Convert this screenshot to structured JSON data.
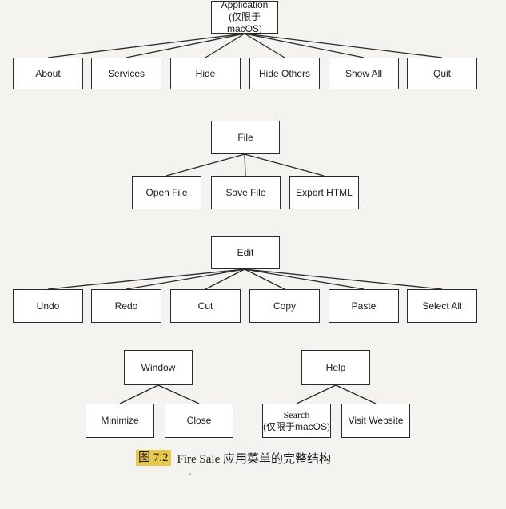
{
  "diagram": {
    "trees": [
      {
        "root": {
          "line1": "Application",
          "line2": "(仅限于macOS)"
        },
        "children": [
          "About",
          "Services",
          "Hide",
          "Hide Others",
          "Show All",
          "Quit"
        ]
      },
      {
        "root": {
          "line1": "File"
        },
        "children": [
          "Open File",
          "Save File",
          "Export HTML"
        ]
      },
      {
        "root": {
          "line1": "Edit"
        },
        "children": [
          "Undo",
          "Redo",
          "Cut",
          "Copy",
          "Paste",
          "Select All"
        ]
      },
      {
        "root": {
          "line1": "Window"
        },
        "children": [
          "Minimize",
          "Close"
        ]
      },
      {
        "root": {
          "line1": "Help"
        },
        "children": [
          {
            "line1": "Search",
            "line2": "(仅限于macOS)"
          },
          "Visit Website"
        ]
      }
    ]
  },
  "caption": {
    "number": "图 7.2",
    "text": "Fire Sale 应用菜单的完整结构"
  }
}
